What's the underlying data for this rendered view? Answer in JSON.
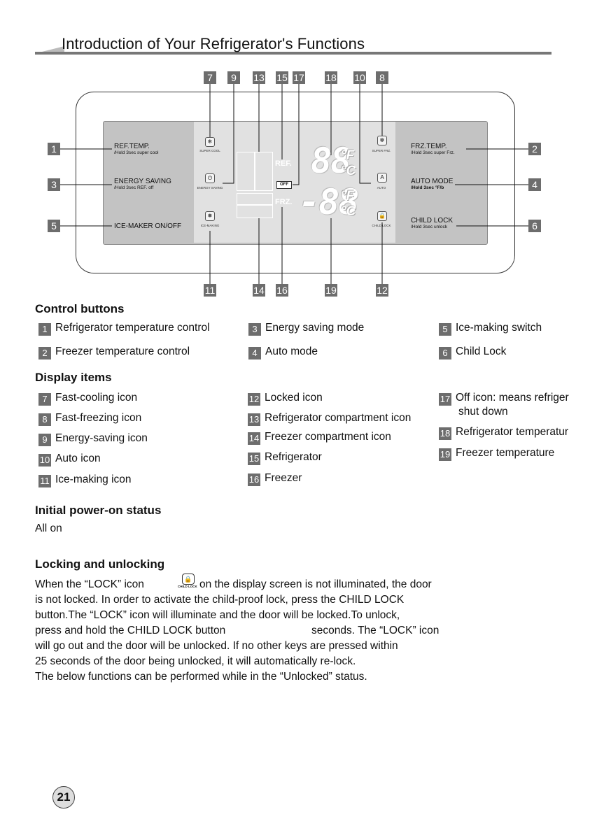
{
  "header": {
    "title": "Introduction of Your Refrigerator's Functions"
  },
  "diagram": {
    "top_numbers": [
      "7",
      "9",
      "13",
      "15",
      "17",
      "18",
      "10",
      "8"
    ],
    "bottom_numbers": [
      "11",
      "14",
      "16",
      "19",
      "12"
    ],
    "left_callouts": [
      "1",
      "3",
      "5"
    ],
    "right_callouts": [
      "2",
      "4",
      "6"
    ],
    "left_labels": [
      {
        "main": "REF.TEMP.",
        "sub": "/Hold 3sec super cool"
      },
      {
        "main": "ENERGY SAVING",
        "sub": "/Hold 3sec REF. off"
      },
      {
        "main": "ICE-MAKER ON/OFF",
        "sub": ""
      }
    ],
    "right_labels": [
      {
        "main": "FRZ.TEMP.",
        "sub": "/Hold 3sec super Frz."
      },
      {
        "main": "AUTO MODE",
        "sub": "/Hold 3sec °F/b"
      },
      {
        "main": "CHILD LOCK",
        "sub": "/Hold 3sec unlock"
      }
    ],
    "icon_captions": {
      "super_cool": "SUPER COOL",
      "energy_saving": "ENERGY SAVING",
      "ice_making": "ICE-MAKING",
      "super_frz": "SUPER FRZ.",
      "auto": "AUTO",
      "child_lock": "CHILD LOCK"
    },
    "display": {
      "ref_label": "REF.",
      "frz_label": "FRZ.",
      "off_label": "OFF",
      "ref_digits": "88",
      "frz_digits": "-88",
      "unit_f": "°F",
      "unit_c": "°C"
    }
  },
  "control_buttons": {
    "heading": "Control buttons",
    "items": [
      {
        "num": "1",
        "text": "Refrigerator temperature control"
      },
      {
        "num": "2",
        "text": "Freezer temperature control"
      },
      {
        "num": "3",
        "text": "Energy saving mode"
      },
      {
        "num": "4",
        "text": "Auto mode"
      },
      {
        "num": "5",
        "text": "Ice-making switch"
      },
      {
        "num": "6",
        "text": "Child Lock"
      }
    ]
  },
  "display_items": {
    "heading": "Display items",
    "items": [
      {
        "num": "7",
        "text": "Fast-cooling icon"
      },
      {
        "num": "8",
        "text": "Fast-freezing icon"
      },
      {
        "num": "9",
        "text": "Energy-saving icon"
      },
      {
        "num": "10",
        "text": "Auto icon"
      },
      {
        "num": "11",
        "text": "Ice-making icon"
      },
      {
        "num": "12",
        "text": "Locked icon"
      },
      {
        "num": "13",
        "text": "Refrigerator compartment icon"
      },
      {
        "num": "14",
        "text": "Freezer compartment icon"
      },
      {
        "num": "15",
        "text": "Refrigerator"
      },
      {
        "num": "16",
        "text": "Freezer"
      },
      {
        "num": "17",
        "text": "Off icon: means refriger",
        "text2": "shut down"
      },
      {
        "num": "18",
        "text": "Refrigerator temperatur"
      },
      {
        "num": "19",
        "text": "Freezer temperature"
      }
    ]
  },
  "power_on": {
    "heading": "Initial power-on status",
    "text": "All on"
  },
  "locking": {
    "heading": "Locking and unlocking",
    "line1a": "When the “LOCK” icon",
    "line1b": "on the display screen is not illuminated, the door",
    "inline_icon_caption": "CHILD LOCK",
    "line2": "is not locked. In order to activate the child-proof lock, press the CHILD LOCK",
    "line3": "button.The “LOCK” icon will illuminate and the door will be locked.To unlock,",
    "line4a": "press and hold the CHILD LOCK button",
    "line4b": "seconds. The “LOCK” icon",
    "line5": "will go out and the door will be unlocked.  If no other keys are pressed within",
    "line6": "25 seconds of the door being unlocked, it will automatically re-lock.",
    "line7": "The below functions can be performed while in the “Unlocked” status."
  },
  "footer": {
    "page_number": "21"
  }
}
